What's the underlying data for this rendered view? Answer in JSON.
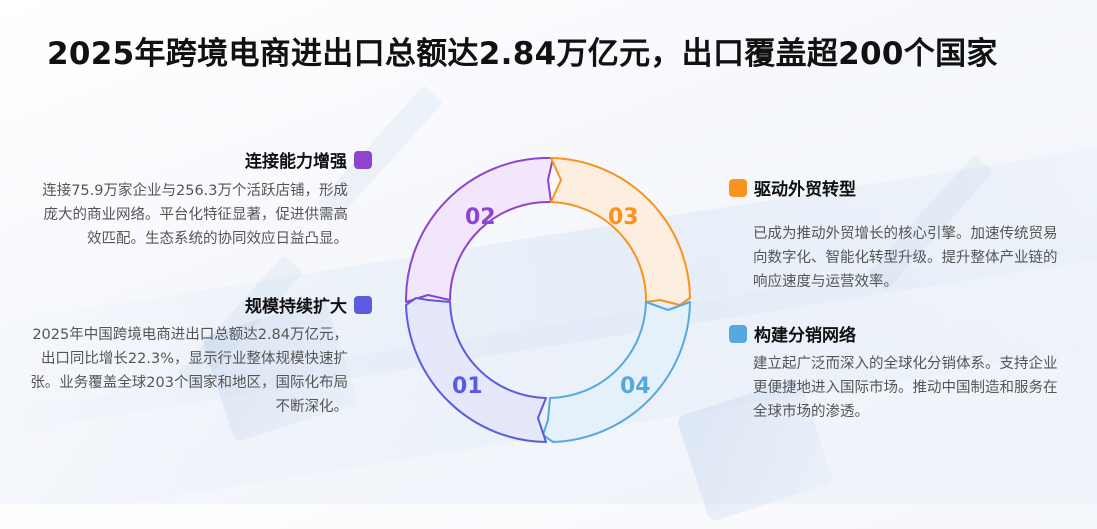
{
  "title": "2025年跨境电商进出口总额达2.84万亿元，出口覆盖超200个国家",
  "colors": {
    "purple": "#8E44CF",
    "indigo": "#5B5BE0",
    "orange": "#F7931E",
    "blue": "#56A9DE"
  },
  "cycle": {
    "segments": [
      {
        "num": "01",
        "color": "#5B5BE0",
        "fill": "#E6E7FA"
      },
      {
        "num": "02",
        "color": "#8E44CF",
        "fill": "#F1E6FA"
      },
      {
        "num": "03",
        "color": "#F7931E",
        "fill": "#FDEEE0"
      },
      {
        "num": "04",
        "color": "#56A9DE",
        "fill": "#E4F0FA"
      }
    ]
  },
  "blocks": {
    "connect": {
      "label": "连接能力增强",
      "marker_color": "#8E44CF",
      "desc": "连接75.9万家企业与256.3万个活跃店铺，形成庞大的商业网络。平台化特征显著，促进供需高效匹配。生态系统的协同效应日益凸显。"
    },
    "scale": {
      "label": "规模持续扩大",
      "marker_color": "#5B5BE0",
      "desc": "2025年中国跨境电商进出口总额达2.84万亿元，出口同比增长22.3%，显示行业整体规模快速扩张。业务覆盖全球203个国家和地区，国际化布局不断深化。"
    },
    "drive": {
      "label": "驱动外贸转型",
      "marker_color": "#F7931E",
      "desc": "已成为推动外贸增长的核心引擎。加速传统贸易向数字化、智能化转型升级。提升整体产业链的响应速度与运营效率。"
    },
    "network": {
      "label": "构建分销网络",
      "marker_color": "#56A9DE",
      "desc": "建立起广泛而深入的全球化分销体系。支持企业更便捷地进入国际市场。推动中国制造和服务在全球市场的渗透。"
    }
  }
}
